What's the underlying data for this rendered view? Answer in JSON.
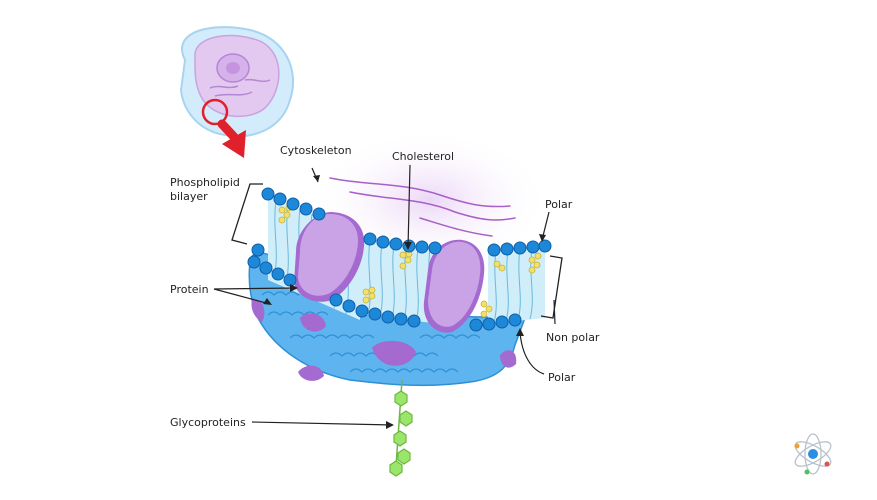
{
  "labels": {
    "cytoskeleton": "Cytoskeleton",
    "cholesterol": "Cholesterol",
    "phospholipid_line1": "Phospholipid",
    "phospholipid_line2": "bilayer",
    "polar_top": "Polar",
    "protein": "Protein",
    "non_polar": "Non polar",
    "polar_bottom": "Polar",
    "glycoproteins": "Glycoproteins"
  },
  "colors": {
    "head_blue": "#1e88d8",
    "head_stroke": "#0d5fa8",
    "tail_fill": "#cfeefa",
    "tail_line": "#6cb8dc",
    "protein_fill": "#c9a3e6",
    "protein_dark": "#a46ad0",
    "base_blue": "#5db4ef",
    "cholesterol": "#f3e06a",
    "glyco_green": "#9be56b",
    "arrow_red": "#e0202a",
    "cyto_purple": "#a760c6",
    "cell_blue": "#d3ecfb",
    "cell_purple": "#e3c9ef"
  },
  "icons": [
    "atom-logo-icon"
  ]
}
